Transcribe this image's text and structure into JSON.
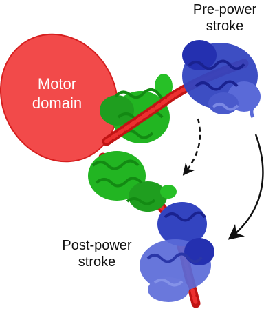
{
  "labels": {
    "motor_domain": [
      "Motor",
      "domain"
    ],
    "pre_power_stroke": [
      "Pre-power",
      "stroke"
    ],
    "post_power_stroke": [
      "Post-power",
      "stroke"
    ]
  },
  "colors": {
    "motor_domain": "#f24a4a",
    "motor_outline": "#d61f1f",
    "light_chain": "#22b522",
    "light_chain_dark": "#138a13",
    "lever_helix": "#e01a1a",
    "calmodulin": "#2430b0",
    "calmodulin_light": "#5a6ad8",
    "arrow": "#111111"
  }
}
